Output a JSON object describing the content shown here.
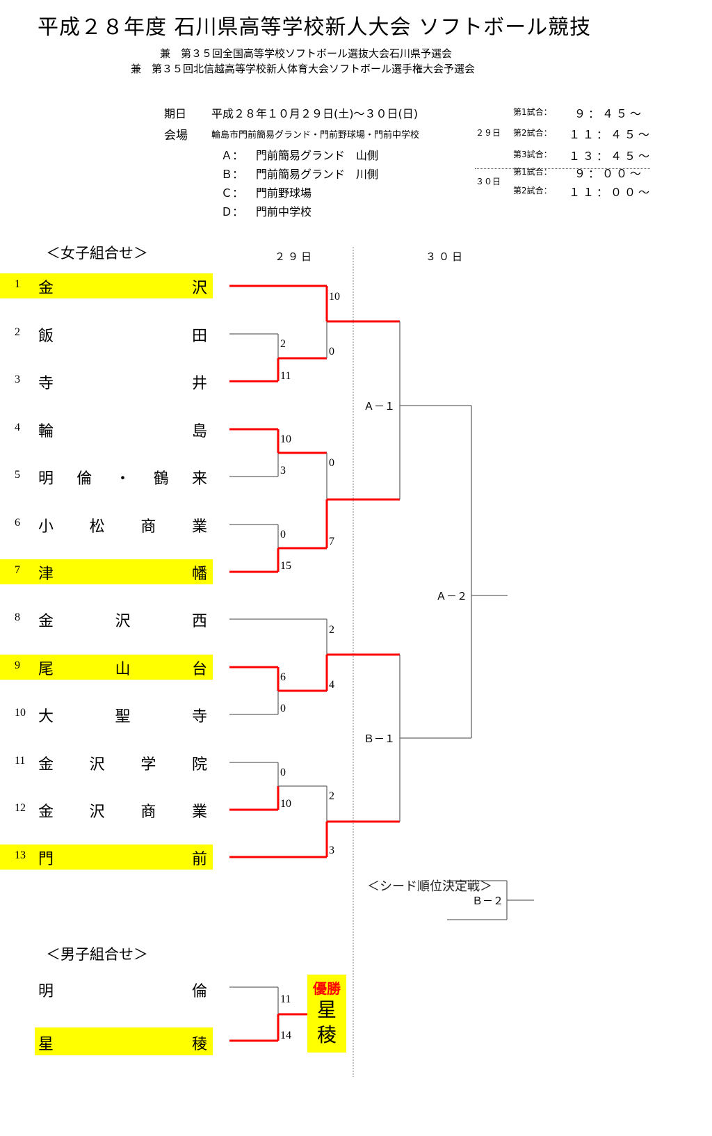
{
  "header": {
    "title": "平成２８年度 石川県高等学校新人大会 ソフトボール競技",
    "subtitle_1": "兼　第３５回全国高等学校ソフトボール選抜大会石川県予選会",
    "subtitle_2": "兼　第３５回北信越高等学校新人体育大会ソフトボール選手権大会予選会"
  },
  "info": {
    "date_label": "期日",
    "date_value": "平成２８年１０月２９日(土)～３０日(日)",
    "venue_label": "会場",
    "venue_value": "輪島市門前簡易グランド・門前野球場・門前中学校",
    "courts": [
      {
        "code": "Ａ：",
        "name": "門前簡易グランド　山側"
      },
      {
        "code": "Ｂ：",
        "name": "門前簡易グランド　川側"
      },
      {
        "code": "Ｃ：",
        "name": "門前野球場"
      },
      {
        "code": "Ｄ：",
        "name": "門前中学校"
      }
    ]
  },
  "schedule": {
    "day1_label": "２９日",
    "day2_label": "３０日",
    "day1": [
      {
        "game": "第1試合：",
        "time": "９：４５～"
      },
      {
        "game": "第2試合：",
        "time": "１１：４５～"
      },
      {
        "game": "第3試合：",
        "time": "１３：４５～"
      }
    ],
    "day2": [
      {
        "game": "第1試合：",
        "time": "９：００～"
      },
      {
        "game": "第2試合：",
        "time": "１１：００～"
      }
    ]
  },
  "women": {
    "heading": "＜女子組合せ＞",
    "day1_header": "２９日",
    "day2_header": "３０日",
    "teams": [
      {
        "seed": "1",
        "chars": [
          "金",
          "沢"
        ],
        "highlight": true
      },
      {
        "seed": "2",
        "chars": [
          "飯",
          "田"
        ],
        "highlight": false
      },
      {
        "seed": "3",
        "chars": [
          "寺",
          "井"
        ],
        "highlight": false
      },
      {
        "seed": "4",
        "chars": [
          "輪",
          "島"
        ],
        "highlight": false
      },
      {
        "seed": "5",
        "chars": [
          "明",
          "倫",
          "・",
          "鶴",
          "来"
        ],
        "highlight": false
      },
      {
        "seed": "6",
        "chars": [
          "小",
          "松",
          "商",
          "業"
        ],
        "highlight": false
      },
      {
        "seed": "7",
        "chars": [
          "津",
          "幡"
        ],
        "highlight": true
      },
      {
        "seed": "8",
        "chars": [
          "金",
          "沢",
          "西"
        ],
        "highlight": false
      },
      {
        "seed": "9",
        "chars": [
          "尾",
          "山",
          "台"
        ],
        "highlight": true
      },
      {
        "seed": "10",
        "chars": [
          "大",
          "聖",
          "寺"
        ],
        "highlight": false
      },
      {
        "seed": "11",
        "chars": [
          "金",
          "沢",
          "学",
          "院"
        ],
        "highlight": false
      },
      {
        "seed": "12",
        "chars": [
          "金",
          "沢",
          "商",
          "業"
        ],
        "highlight": false
      },
      {
        "seed": "13",
        "chars": [
          "門",
          "前"
        ],
        "highlight": true
      }
    ],
    "scores": {
      "r1_2v3": [
        "2",
        "11"
      ],
      "r1_4v5": [
        "10",
        "3"
      ],
      "r1_6v7": [
        "0",
        "15"
      ],
      "r1_9v10": [
        "6",
        "0"
      ],
      "r1_11v12": [
        "0",
        "10"
      ],
      "qf_1v23": [
        "10",
        "0"
      ],
      "qf_45v67": [
        "0",
        "7"
      ],
      "qf_8v910": [
        "2",
        "4"
      ],
      "qf_1112v13": [
        "2",
        "3"
      ]
    },
    "match_labels": {
      "semi_top": "Ａ－１",
      "semi_bottom": "Ｂ－１",
      "final": "Ａ－２",
      "seed_match": "Ｂ－２"
    },
    "seed_playoff_heading": "＜シード順位決定戦＞"
  },
  "men": {
    "heading": "＜男子組合せ＞",
    "teams": [
      {
        "chars": [
          "明",
          "倫"
        ],
        "highlight": false,
        "score": "11"
      },
      {
        "chars": [
          "星",
          "稜"
        ],
        "highlight": true,
        "score": "14"
      }
    ],
    "champion_label": "優勝",
    "champion_chars": [
      "星",
      "稜"
    ]
  },
  "colors": {
    "highlight": "#ffff00",
    "win_line": "#ff0000",
    "line": "#666666",
    "champion_text": "#ff0000"
  }
}
